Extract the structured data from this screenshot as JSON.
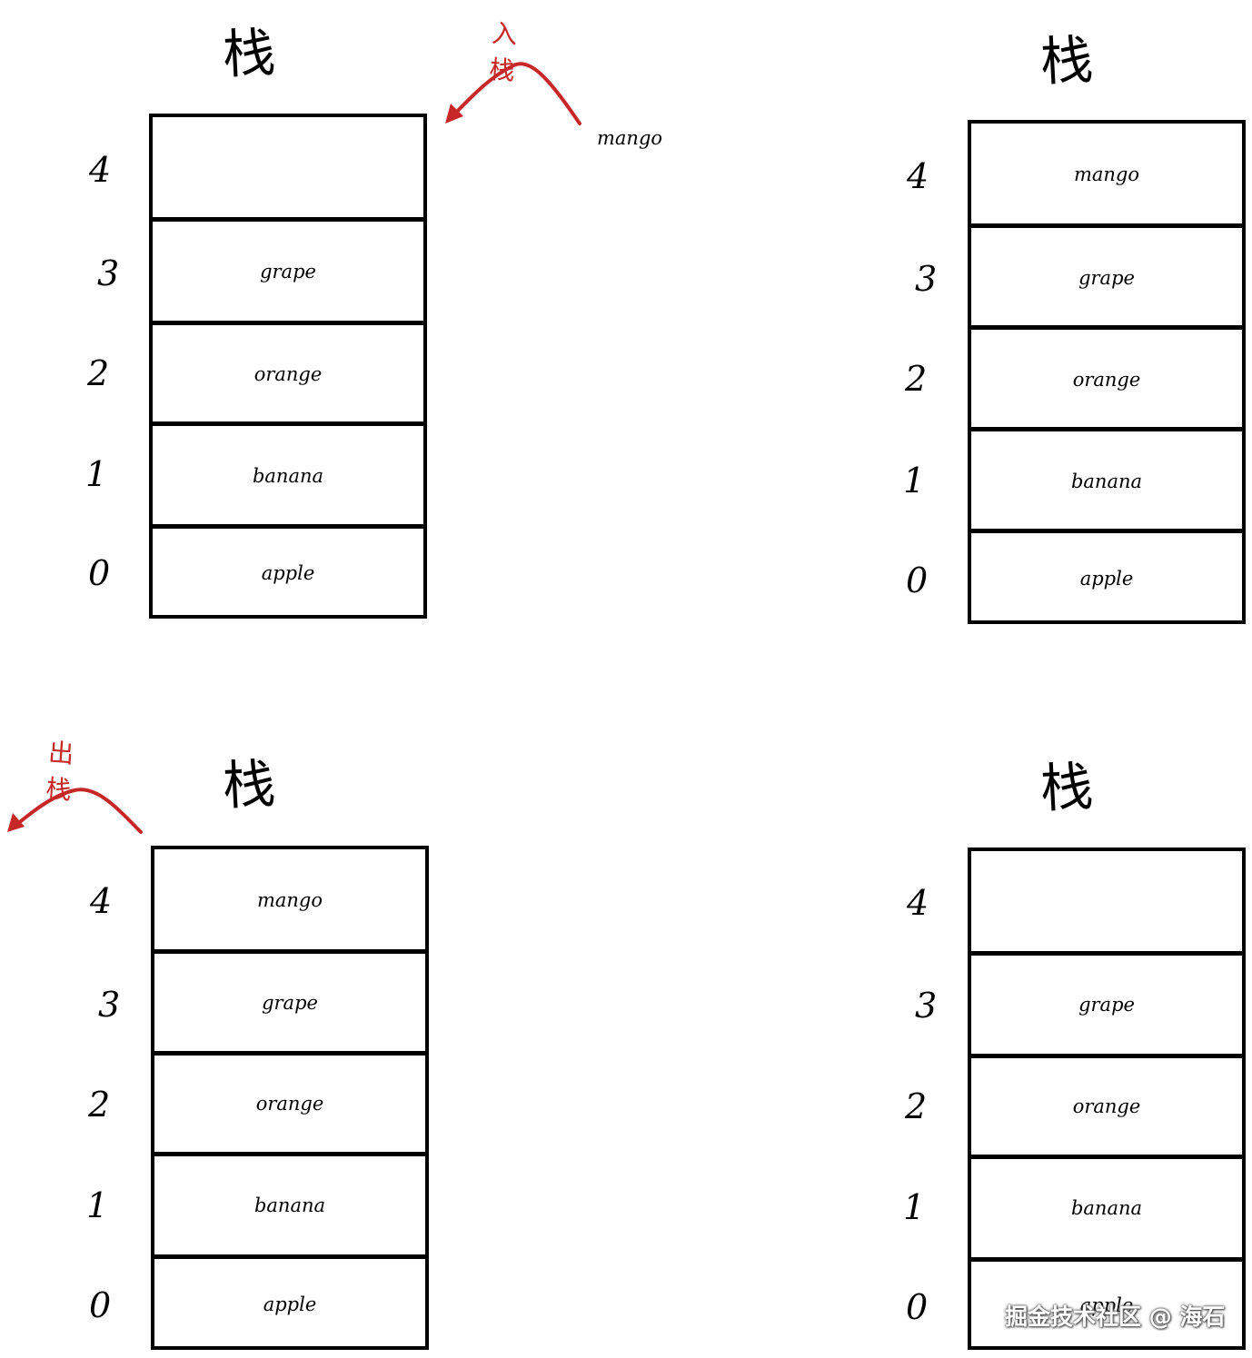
{
  "title": "栈",
  "push_label": "入栈",
  "pop_label": "出栈",
  "incoming_item": "mango",
  "indices": [
    "4",
    "3",
    "2",
    "1",
    "0"
  ],
  "panels": {
    "top_left": {
      "slots": [
        "",
        "grape",
        "orange",
        "banana",
        "apple"
      ]
    },
    "top_right": {
      "slots": [
        "mango",
        "grape",
        "orange",
        "banana",
        "apple"
      ]
    },
    "bottom_left": {
      "slots": [
        "mango",
        "grape",
        "orange",
        "banana",
        "apple"
      ]
    },
    "bottom_right": {
      "slots": [
        "",
        "grape",
        "orange",
        "banana",
        "apple"
      ]
    }
  },
  "arrow_color": "#c62828",
  "watermark": "掘金技术社区 @ 海石"
}
